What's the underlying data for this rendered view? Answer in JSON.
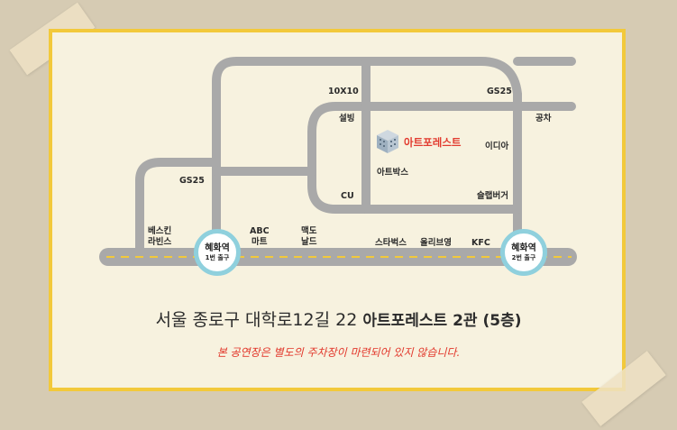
{
  "map": {
    "venue_name": "아트포레스트",
    "labels": {
      "tenx10": "10X10",
      "gs25_top": "GS25",
      "gong_cha": "공차",
      "seolbing": "설빙",
      "ediya": "이디아",
      "artbox": "아트박스",
      "gs25_left": "GS25",
      "cu": "CU",
      "mom_touch": "슬랩버거",
      "baskin": "베스킨",
      "ravins": "라빈스",
      "abc": "ABC",
      "mart": "마트",
      "mcd1": "맥도",
      "mcd2": "날드",
      "starbucks": "스타벅스",
      "oliveyoung": "올리브영",
      "kfc": "KFC"
    },
    "stations": [
      {
        "name": "혜화역",
        "exit": "1번 출구"
      },
      {
        "name": "혜화역",
        "exit": "2번 출구"
      }
    ],
    "colors": {
      "road": "#a9a9a9",
      "center_line": "#f2c93b",
      "station_ring": "#8fd0dd",
      "venue_text": "#e23a2e",
      "frame": "#f2c93b"
    }
  },
  "address": {
    "street": "서울 종로구 대학로12길 22",
    "building": "아트포레스트 2관 (5층)"
  },
  "notice": "본 공연장은 별도의 주차장이 마련되어 있지 않습니다."
}
